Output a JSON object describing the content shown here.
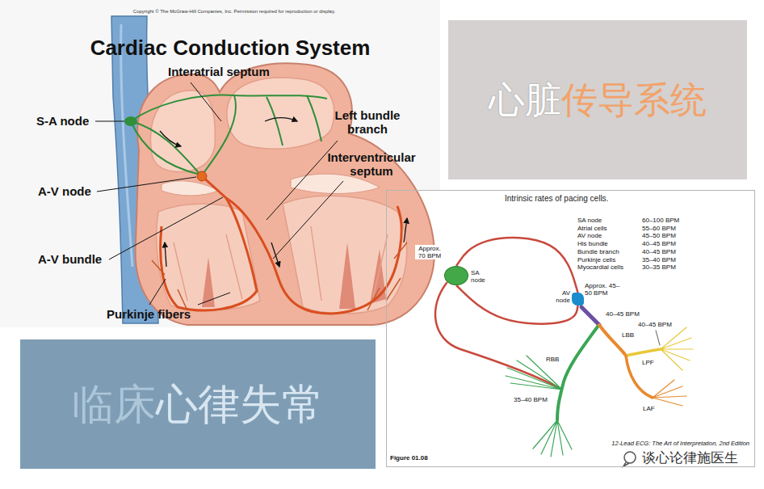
{
  "diagram": {
    "nodes": [
      {
        "text": [
          "Copyright © The McGraw-Hill Companies, Inc. Permission required for reproduction or display.",
          "Cardiac Conduction System"
        ]
      },
      {
        "text": [
          "心脏",
          "传导系统"
        ]
      },
      {
        "text": [
          "临床",
          "心律失常"
        ]
      },
      {
        "text": [
          "Intrinsic rates of pacing cells."
        ]
      },
      {
        "text": [
          "SA node"
        ],
        "in": 3
      },
      {
        "text": [
          "AV node"
        ],
        "in": 3
      }
    ],
    "edges": [
      {
        "from": 4,
        "to": 5,
        "arrow": "none"
      },
      {
        "from": 4,
        "to": 5,
        "arrow": "none"
      }
    ],
    "labels": [
      "Interatrial septum",
      "S-A node",
      "Left bundle branch",
      "Interventricular septum",
      "A-V node",
      "A-V bundle",
      "Purkinje fibers",
      "SA node",
      "60–100 BPM",
      "Atrial cells",
      "55–60 BPM",
      "AV node",
      "45–50 BPM",
      "His bundle",
      "40–45 BPM",
      "Bundle branch",
      "40–45 BPM",
      "Purkinje cells",
      "35–40 BPM",
      "Myocardial cells",
      "30–35 BPM",
      "Approx. 70 BPM",
      "Approx. 45–50 BPM",
      "40–45 BPM",
      "LBB",
      "40–45 BPM",
      "LPF",
      "RBB",
      "35–40 BPM",
      "LAF",
      "Figure 01.08",
      "12-Lead ECG: The Art of Interpretation, 2nd Edition",
      "谈心论律施医生"
    ]
  }
}
